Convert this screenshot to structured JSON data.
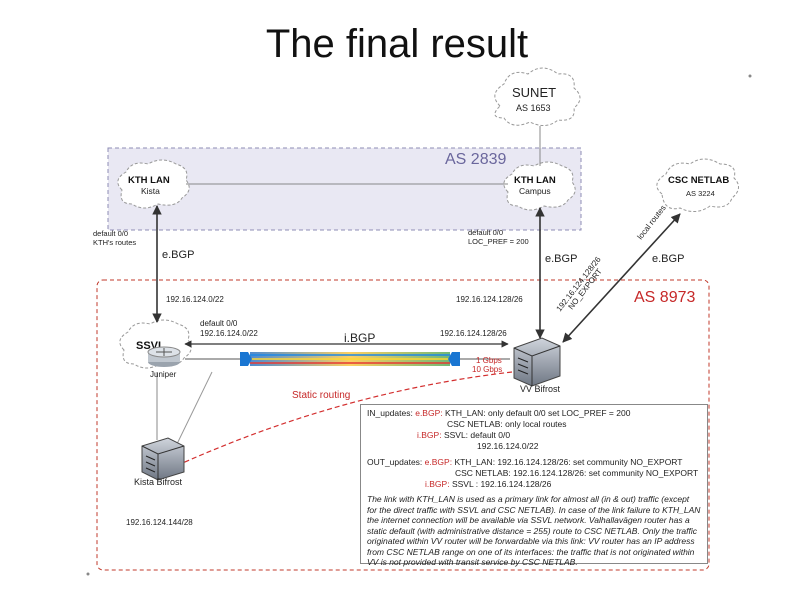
{
  "title": "The final result",
  "colors": {
    "as2839_fill": "#e9e8f3",
    "as2839_border": "#8e8cb5",
    "as2839_label": "#6a669c",
    "as8973_border": "#c0392b",
    "as8973_label": "#c62828",
    "arrow": "#333333",
    "static_route": "#d32f2f"
  },
  "clouds": {
    "sunet": {
      "name": "SUNET",
      "as": "AS 1653"
    },
    "kth_lan_kista": {
      "name": "KTH LAN",
      "sub": "Kista"
    },
    "kth_lan_campus": {
      "name": "KTH LAN",
      "sub": "Campus"
    },
    "csc_netlab": {
      "name": "CSC NETLAB",
      "as": "AS 3224"
    },
    "ssvl": {
      "name": "SSVL"
    }
  },
  "as_regions": {
    "as2839": "AS 2839",
    "as8973": "AS 8973"
  },
  "labels": {
    "default_kista_1": "default 0/0",
    "default_kista_2": "KTH's routes",
    "default_campus_1": "default 0/0",
    "default_campus_2": "LOC_PREF = 200",
    "ebgp_left": "e.BGP",
    "ebgp_mid": "e.BGP",
    "ebgp_right": "e.BGP",
    "ibgp": "i.BGP",
    "net_ssvl": "192.16.124.0/22",
    "net_campus": "192.16.124.128/26",
    "ssvl_default_1": "default 0/0",
    "ssvl_default_2": "192.16.124.0/22",
    "bifrost_net": "192.16.124.128/26",
    "local_routes": "local routes",
    "diag_1": "192.16.124.128/26",
    "diag_2": "NO_EXPORT",
    "gbps_1": "1 Gbps",
    "gbps_10": "10 Gbps",
    "juniper": "Juniper",
    "vv_bifrost": "VV Bifrost",
    "kista_bifrost": "Kista Bifrost",
    "kista_net": "192.16.124.144/28",
    "static_routing": "Static routing"
  },
  "note": {
    "in_label": "IN_updates:",
    "in_ebgp": "e.BGP:",
    "in_ebgp_l1": "KTH_LAN:  only default 0/0  set LOC_PREF = 200",
    "in_ebgp_l2": "CSC NETLAB:  only local routes",
    "in_ibgp": "i.BGP:",
    "in_ibgp_l1": "SSVL:  default 0/0",
    "in_ibgp_l2": "192.16.124.0/22",
    "out_label": "OUT_updates:",
    "out_ebgp": "e.BGP:",
    "out_ebgp_l1": "KTH_LAN:  192.16.124.128/26: set community NO_EXPORT",
    "out_ebgp_l2": "CSC NETLAB:  192.16.124.128/26: set community NO_EXPORT",
    "out_ibgp": "i.BGP:",
    "out_ibgp_l1": "SSVL :  192.16.124.128/26",
    "paragraph": "The link with KTH_LAN is used as a primary link for almost all (in & out) traffic (except for the direct traffic with SSVL and CSC NETLAB). In case of the link failure to KTH_LAN the internet connection will be available via SSVL network. Valhallavägen router has a static default (with administrative distance = 255) route to CSC NETLAB.  Only the traffic originated within VV router will be forwardable via this link: VV router has an IP address from CSC NETLAB range on one of its interfaces: the traffic that is not originated within VV is not provided with transit service by CSC NETLAB."
  }
}
